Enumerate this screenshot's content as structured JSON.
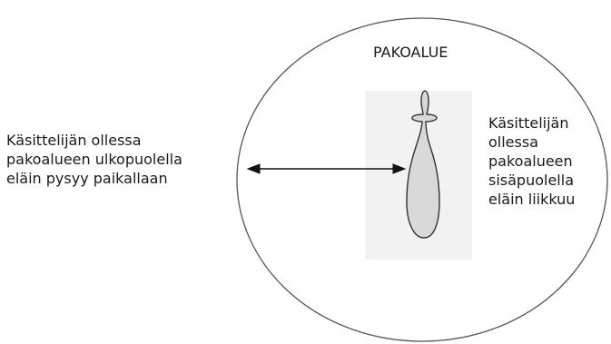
{
  "diagram": {
    "zone_label": "PAKOALUE",
    "outside_label": {
      "lines": [
        "Käsittelijän ollessa",
        "pakoalueen ulkopuolella",
        "eläin pysyy paikallaan"
      ]
    },
    "inside_label": {
      "lines": [
        "Käsittelijän",
        "ollessa",
        "pakoalueen",
        "sisäpuolella",
        "eläin liikkuu"
      ]
    },
    "colors": {
      "circle_stroke": "#555555",
      "animal_fill": "#d9d9d9",
      "animal_stroke": "#333333",
      "panel_fill": "#f2f2f2",
      "arrow": "#111111"
    },
    "icons": [
      "flight-zone-circle",
      "animal-top-view",
      "double-arrow"
    ]
  }
}
